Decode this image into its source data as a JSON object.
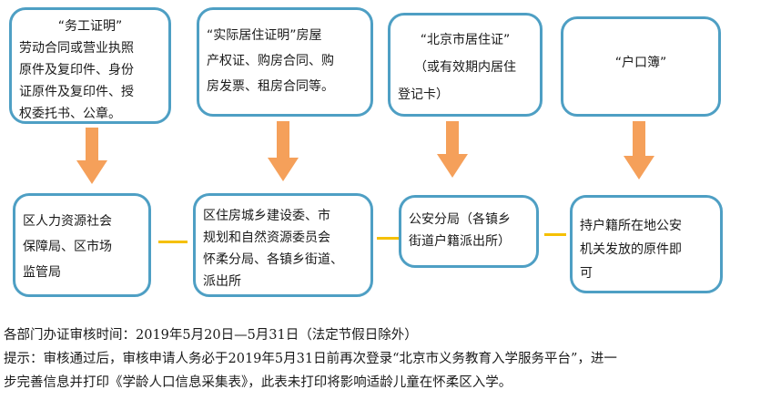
{
  "top_boxes": [
    {
      "lines": [
        "“务工证明”",
        "劳动合同或营业执照",
        "原件及复印件、身份",
        "证原件及复印件、授",
        "权委托书、公章。"
      ]
    },
    {
      "lines": [
        "“实际居住证明”房屋",
        "产权证、购房合同、购",
        "房发票、租房合同等。"
      ]
    },
    {
      "lines": [
        "“北京市居住证”",
        "（或有效期内居住",
        "登记卡）"
      ]
    },
    {
      "lines": [
        "“户口簿”"
      ]
    }
  ],
  "bottom_boxes": [
    {
      "lines": [
        "区人力资源社会",
        "保障局、区市场",
        "监管局"
      ]
    },
    {
      "lines": [
        "区住房城乡建设委、市",
        "规划和自然资源委员会",
        "怀柔分局、各镇乡街道、",
        "派出所"
      ]
    },
    {
      "lines": [
        "公安分局（各镇乡",
        "街道户籍派出所）"
      ]
    },
    {
      "lines": [
        "持户籍所在地公安",
        "机关发放的原件即",
        "可"
      ]
    }
  ],
  "notes": {
    "line1": "各部门办证审核时间：2019年5月20日—5月31日（法定节假日除外）",
    "line2": "提示：审核通过后，审核申请人务必于2019年5月31日前再次登录“北京市义务教育入学服务平台”，进一",
    "line3": "步完善信息并打印《学龄人口信息采集表》，此表未打印将影响适龄儿童在怀柔区入学。"
  },
  "colors": {
    "box_border": "#4e9fc4",
    "arrow": "#f5a05a",
    "connector": "#f5c000"
  }
}
